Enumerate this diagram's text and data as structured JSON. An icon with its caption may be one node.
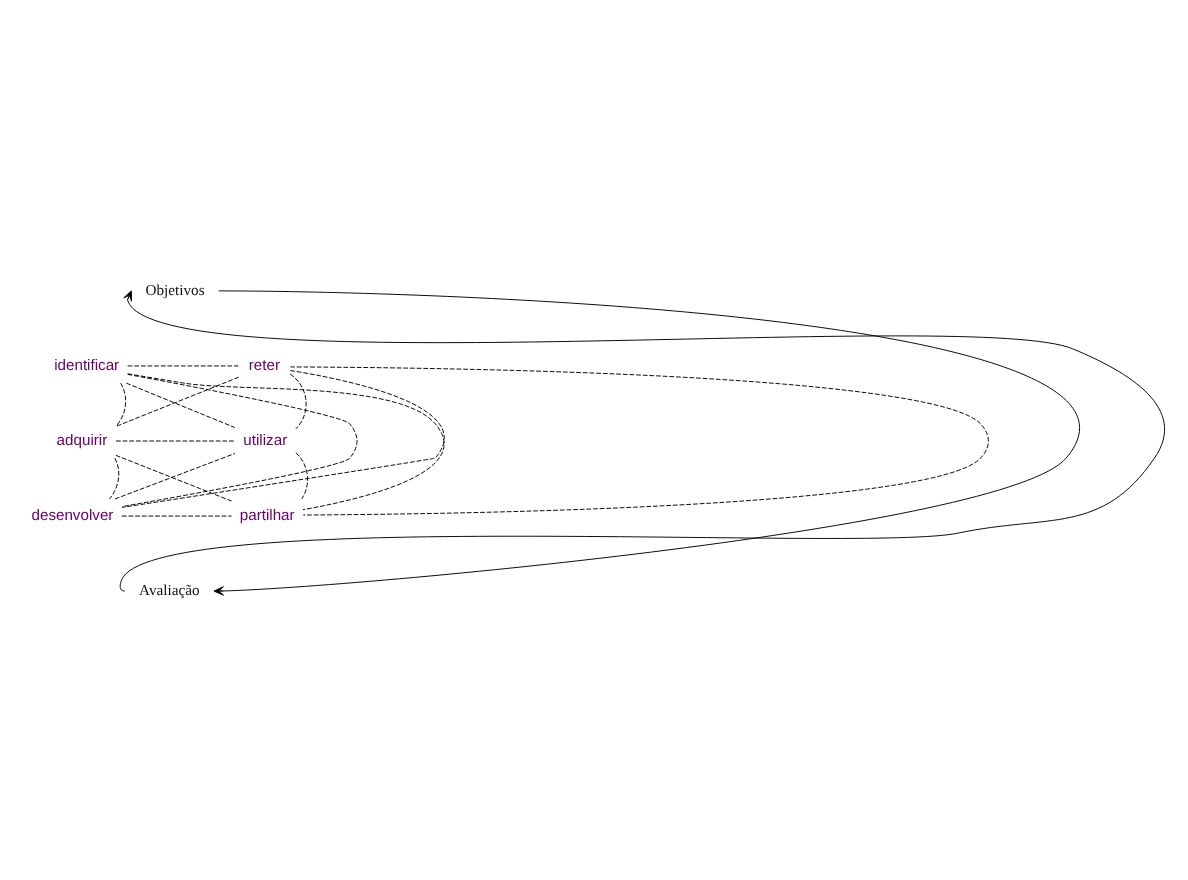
{
  "diagram": {
    "nodes": [
      {
        "text": [
          "Objetivos"
        ]
      },
      {
        "text": [
          "identificar"
        ]
      },
      {
        "text": [
          "reter"
        ]
      },
      {
        "text": [
          "adquirir"
        ]
      },
      {
        "text": [
          "utilizar"
        ]
      },
      {
        "text": [
          "desenvolver"
        ]
      },
      {
        "text": [
          "partilhar"
        ]
      },
      {
        "text": [
          "Avaliação"
        ]
      }
    ],
    "edges": [
      {
        "from": 0,
        "to": 7,
        "arrow": "to"
      },
      {
        "from": 7,
        "to": 0,
        "arrow": "to"
      },
      {
        "from": 1,
        "to": 2,
        "arrow": "none",
        "style": "dashed"
      },
      {
        "from": 1,
        "to": 3,
        "arrow": "none",
        "style": "dashed"
      },
      {
        "from": 1,
        "to": 5,
        "arrow": "none",
        "style": "dashed"
      },
      {
        "from": 1,
        "to": 4,
        "arrow": "none",
        "style": "dashed"
      },
      {
        "from": 1,
        "to": 6,
        "arrow": "none",
        "style": "dashed"
      },
      {
        "from": 2,
        "to": 3,
        "arrow": "none",
        "style": "dashed"
      },
      {
        "from": 2,
        "to": 5,
        "arrow": "none",
        "style": "dashed"
      },
      {
        "from": 2,
        "to": 6,
        "arrow": "none",
        "style": "dashed"
      },
      {
        "from": 2,
        "to": 4,
        "arrow": "none",
        "style": "dashed"
      },
      {
        "from": 3,
        "to": 4,
        "arrow": "none",
        "style": "dashed"
      },
      {
        "from": 3,
        "to": 5,
        "arrow": "none",
        "style": "dashed"
      },
      {
        "from": 3,
        "to": 6,
        "arrow": "none",
        "style": "dashed"
      },
      {
        "from": 5,
        "to": 4,
        "arrow": "none",
        "style": "dashed"
      },
      {
        "from": 5,
        "to": 6,
        "arrow": "none",
        "style": "dashed"
      },
      {
        "from": 4,
        "to": 6,
        "arrow": "none",
        "style": "dashed"
      }
    ]
  }
}
